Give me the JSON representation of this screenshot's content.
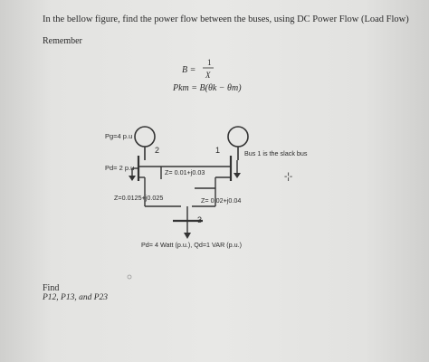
{
  "problem": {
    "title": "In the bellow figure, find the power flow between the buses, using DC Power Flow (Load Flow)",
    "remember_label": "Remember",
    "find_label": "Find",
    "find_items": "P12, P13, and P23"
  },
  "equations": {
    "eq1_lhs": "B =",
    "eq1_num": "1",
    "eq1_den": "X",
    "eq2": "Pkm = B(θk − θm)"
  },
  "diagram": {
    "gen2_label": "Pg=4 p.u",
    "load2_label": "Pd= 2 p.u",
    "bus2_number": "2",
    "bus1_number": "1",
    "bus3_number": "3",
    "slack_note": "Bus 1 is the slack bus",
    "z12": "Z= 0.01+j0.03",
    "z23": "Z=0.0125+j0.025",
    "z13": "Z= 0.02+j0.04",
    "load3_label": "Pd= 4 Watt (p.u.), Qd=1 VAR (p.u.)"
  }
}
